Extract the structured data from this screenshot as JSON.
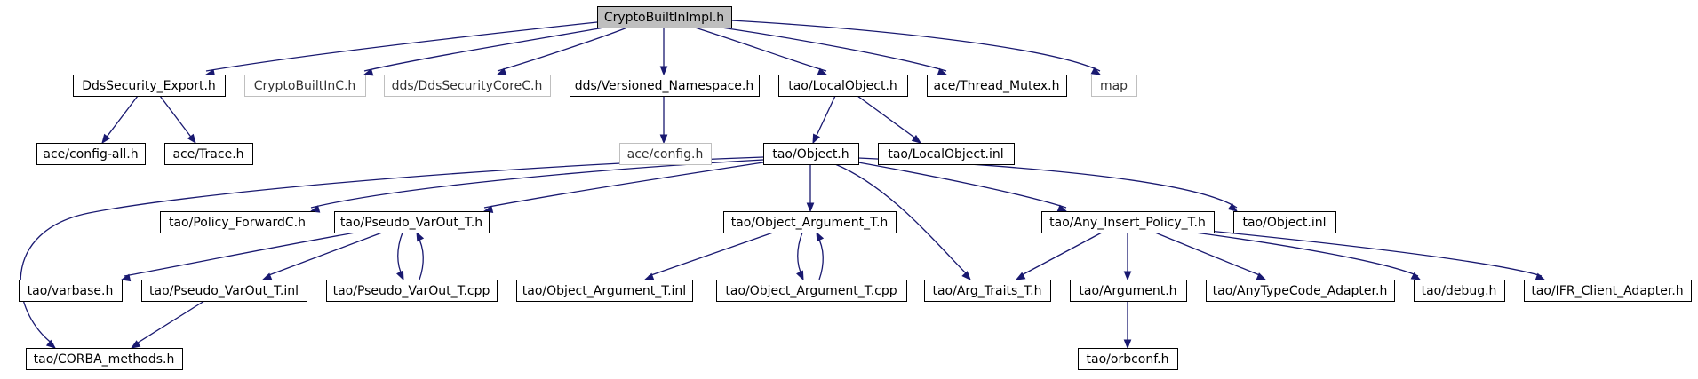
{
  "diagram": {
    "colors": {
      "edge": "#191970",
      "root_fill": "#bfbfbf",
      "node_border": "#000000",
      "external_border": "#bfbfbf"
    },
    "nodes": [
      {
        "id": "root",
        "label": "CryptoBuiltInImpl.h",
        "kind": "root"
      },
      {
        "id": "ddsexport",
        "label": "DdsSecurity_Export.h",
        "kind": "local"
      },
      {
        "id": "cryptoc",
        "label": "CryptoBuiltInC.h",
        "kind": "external"
      },
      {
        "id": "ddscorec",
        "label": "dds/DdsSecurityCoreC.h",
        "kind": "external"
      },
      {
        "id": "versioned",
        "label": "dds/Versioned_Namespace.h",
        "kind": "local"
      },
      {
        "id": "localobj",
        "label": "tao/LocalObject.h",
        "kind": "local"
      },
      {
        "id": "threadmutex",
        "label": "ace/Thread_Mutex.h",
        "kind": "local"
      },
      {
        "id": "map",
        "label": "map",
        "kind": "external"
      },
      {
        "id": "configall",
        "label": "ace/config-all.h",
        "kind": "local"
      },
      {
        "id": "trace",
        "label": "ace/Trace.h",
        "kind": "local"
      },
      {
        "id": "aceconfig",
        "label": "ace/config.h",
        "kind": "external"
      },
      {
        "id": "object",
        "label": "tao/Object.h",
        "kind": "local"
      },
      {
        "id": "localobjinl",
        "label": "tao/LocalObject.inl",
        "kind": "local"
      },
      {
        "id": "policyfwd",
        "label": "tao/Policy_ForwardC.h",
        "kind": "local"
      },
      {
        "id": "pseudovarout",
        "label": "tao/Pseudo_VarOut_T.h",
        "kind": "local"
      },
      {
        "id": "objectarg",
        "label": "tao/Object_Argument_T.h",
        "kind": "local"
      },
      {
        "id": "anyinsert",
        "label": "tao/Any_Insert_Policy_T.h",
        "kind": "local"
      },
      {
        "id": "objectinl",
        "label": "tao/Object.inl",
        "kind": "local"
      },
      {
        "id": "varbase",
        "label": "tao/varbase.h",
        "kind": "local"
      },
      {
        "id": "pseudoinl",
        "label": "tao/Pseudo_VarOut_T.inl",
        "kind": "local"
      },
      {
        "id": "pseudocpp",
        "label": "tao/Pseudo_VarOut_T.cpp",
        "kind": "local"
      },
      {
        "id": "objarginl",
        "label": "tao/Object_Argument_T.inl",
        "kind": "local"
      },
      {
        "id": "objargcpp",
        "label": "tao/Object_Argument_T.cpp",
        "kind": "local"
      },
      {
        "id": "argtraits",
        "label": "tao/Arg_Traits_T.h",
        "kind": "local"
      },
      {
        "id": "argument",
        "label": "tao/Argument.h",
        "kind": "local"
      },
      {
        "id": "anytypecode",
        "label": "tao/AnyTypeCode_Adapter.h",
        "kind": "local"
      },
      {
        "id": "debug",
        "label": "tao/debug.h",
        "kind": "local"
      },
      {
        "id": "ifrclient",
        "label": "tao/IFR_Client_Adapter.h",
        "kind": "local"
      },
      {
        "id": "corbamethods",
        "label": "tao/CORBA_methods.h",
        "kind": "local"
      },
      {
        "id": "orbconf",
        "label": "tao/orbconf.h",
        "kind": "local"
      }
    ],
    "edges": [
      {
        "from": "root",
        "to": "ddsexport"
      },
      {
        "from": "root",
        "to": "cryptoc"
      },
      {
        "from": "root",
        "to": "ddscorec"
      },
      {
        "from": "root",
        "to": "versioned"
      },
      {
        "from": "root",
        "to": "localobj"
      },
      {
        "from": "root",
        "to": "threadmutex"
      },
      {
        "from": "root",
        "to": "map"
      },
      {
        "from": "ddsexport",
        "to": "configall"
      },
      {
        "from": "ddsexport",
        "to": "trace"
      },
      {
        "from": "versioned",
        "to": "aceconfig"
      },
      {
        "from": "localobj",
        "to": "object"
      },
      {
        "from": "localobj",
        "to": "localobjinl"
      },
      {
        "from": "object",
        "to": "policyfwd"
      },
      {
        "from": "object",
        "to": "pseudovarout"
      },
      {
        "from": "object",
        "to": "objectarg"
      },
      {
        "from": "object",
        "to": "anyinsert"
      },
      {
        "from": "object",
        "to": "objectinl"
      },
      {
        "from": "object",
        "to": "argtraits"
      },
      {
        "from": "object",
        "to": "corbamethods"
      },
      {
        "from": "pseudovarout",
        "to": "varbase"
      },
      {
        "from": "pseudovarout",
        "to": "pseudoinl"
      },
      {
        "from": "pseudovarout",
        "to": "pseudocpp"
      },
      {
        "from": "pseudocpp",
        "to": "pseudovarout"
      },
      {
        "from": "pseudoinl",
        "to": "corbamethods"
      },
      {
        "from": "objectarg",
        "to": "objarginl"
      },
      {
        "from": "objectarg",
        "to": "objargcpp"
      },
      {
        "from": "objargcpp",
        "to": "objectarg"
      },
      {
        "from": "anyinsert",
        "to": "argtraits"
      },
      {
        "from": "anyinsert",
        "to": "argument"
      },
      {
        "from": "anyinsert",
        "to": "anytypecode"
      },
      {
        "from": "anyinsert",
        "to": "debug"
      },
      {
        "from": "anyinsert",
        "to": "ifrclient"
      },
      {
        "from": "argument",
        "to": "orbconf"
      }
    ]
  }
}
